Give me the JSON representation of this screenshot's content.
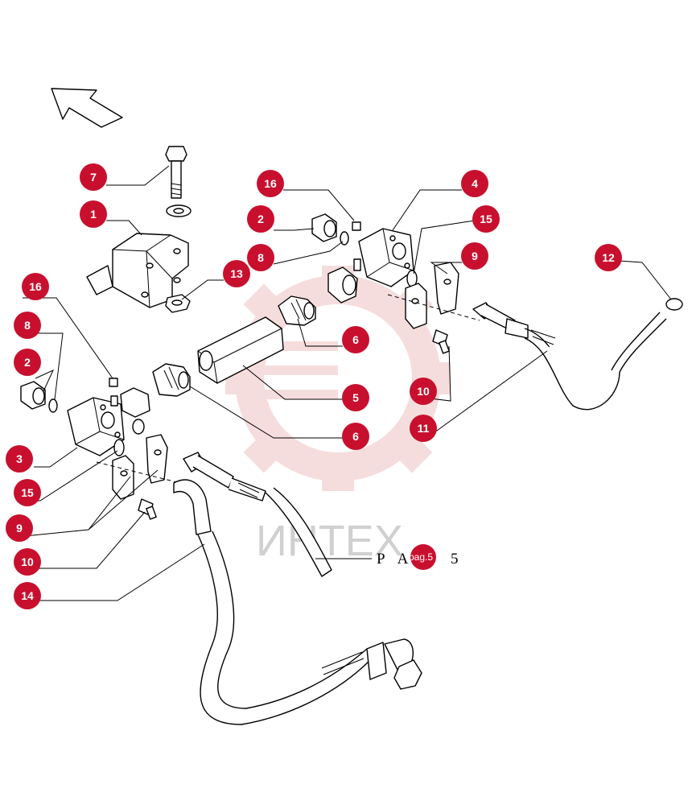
{
  "diagram": {
    "accent_color": "#c8102e",
    "watermark": {
      "text": "ИНТЕХ",
      "color": "#e8a0a0"
    },
    "direction_arrow": "direction-arrow-icon",
    "reference": {
      "prefix": "P A",
      "badge": "pag.5",
      "suffix": "5"
    },
    "callouts": [
      {
        "id": "c7",
        "label": "7"
      },
      {
        "id": "c1",
        "label": "1"
      },
      {
        "id": "c13",
        "label": "13"
      },
      {
        "id": "c16a",
        "label": "16"
      },
      {
        "id": "c2a",
        "label": "2"
      },
      {
        "id": "c8a",
        "label": "8"
      },
      {
        "id": "c4",
        "label": "4"
      },
      {
        "id": "c15a",
        "label": "15"
      },
      {
        "id": "c9a",
        "label": "9"
      },
      {
        "id": "c12",
        "label": "12"
      },
      {
        "id": "c6a",
        "label": "6"
      },
      {
        "id": "c5",
        "label": "5"
      },
      {
        "id": "c10a",
        "label": "10"
      },
      {
        "id": "c11",
        "label": "11"
      },
      {
        "id": "c6b",
        "label": "6"
      },
      {
        "id": "c16b",
        "label": "16"
      },
      {
        "id": "c8b",
        "label": "8"
      },
      {
        "id": "c2b",
        "label": "2"
      },
      {
        "id": "c3",
        "label": "3"
      },
      {
        "id": "c15b",
        "label": "15"
      },
      {
        "id": "c9b",
        "label": "9"
      },
      {
        "id": "c10b",
        "label": "10"
      },
      {
        "id": "c14",
        "label": "14"
      }
    ]
  }
}
